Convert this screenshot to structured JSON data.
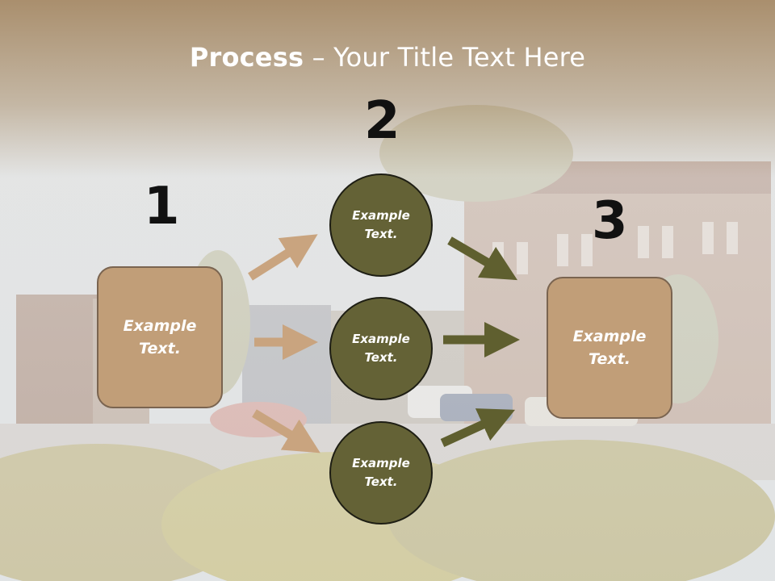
{
  "title": {
    "bold": "Process",
    "rest": " – Your Title Text Here"
  },
  "steps": {
    "one": "1",
    "two": "2",
    "three": "3"
  },
  "boxes": {
    "left": "Example\nText.",
    "right": "Example\nText."
  },
  "circles": {
    "top": "Example\nText.",
    "middle": "Example\nText.",
    "bottom": "Example\nText."
  },
  "colors": {
    "box": "#c19e78",
    "circle": "#646236",
    "arrow_tan": "#c9a47f",
    "arrow_olive": "#5f5f2f"
  },
  "icons": {
    "arrow": "arrow-icon"
  }
}
